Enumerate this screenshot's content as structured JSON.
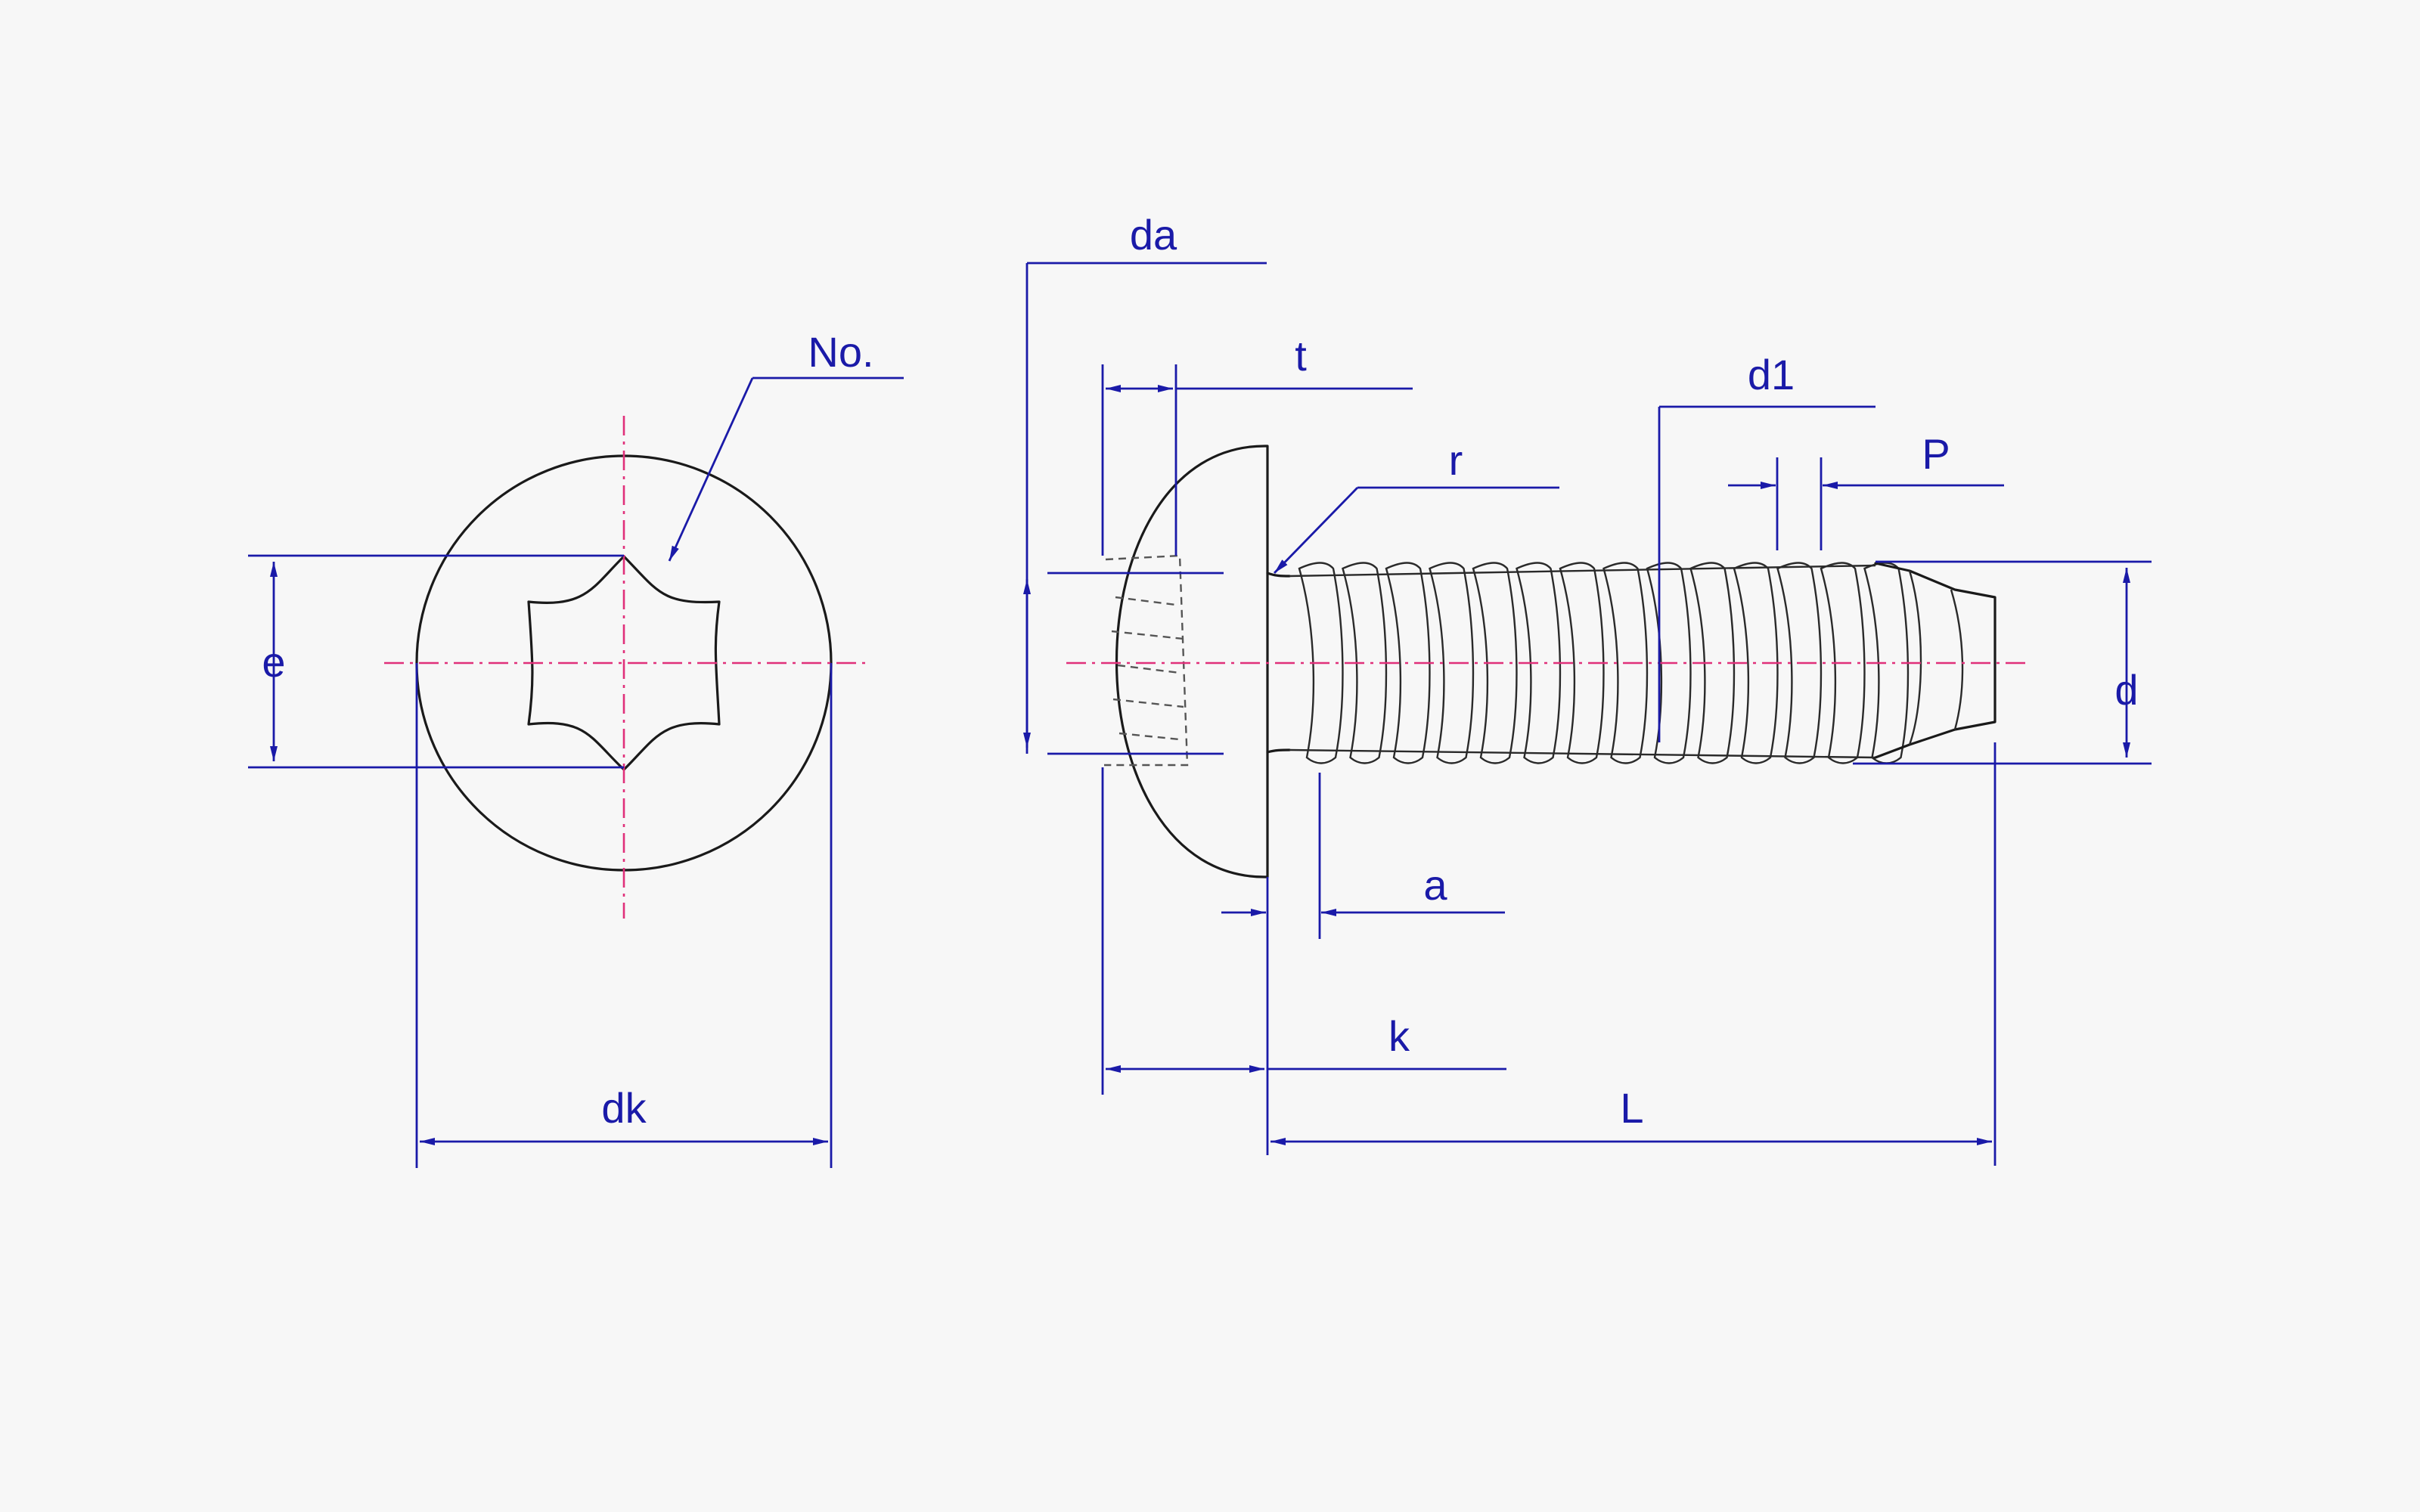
{
  "labels": {
    "no": "No.",
    "e": "e",
    "dk": "dk",
    "da": "da",
    "t": "t",
    "r": "r",
    "d1": "d1",
    "p": "P",
    "d": "d",
    "a": "a",
    "k": "k",
    "l": "L"
  },
  "colors": {
    "object_line": "#1a1a1a",
    "dimension_line": "#1a1aa8",
    "center_line": "#e0307a",
    "background": "#f7f7f7"
  }
}
